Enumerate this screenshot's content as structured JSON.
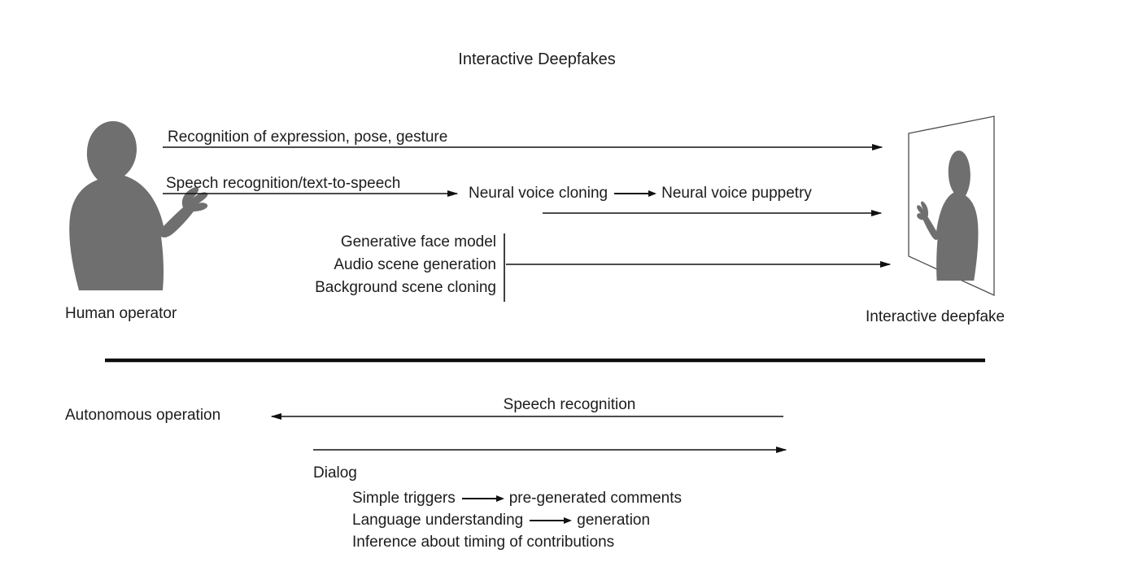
{
  "title": "Interactive Deepfakes",
  "operator": {
    "label": "Human operator"
  },
  "deepfake": {
    "label": "Interactive deepfake"
  },
  "top_flows": {
    "recognition_label": "Recognition of expression, pose, gesture",
    "speech_label": "Speech recognition/text-to-speech",
    "voice_chain": {
      "from": "Neural voice cloning",
      "to": "Neural voice puppetry"
    },
    "generation_stack": [
      "Generative face model",
      "Audio scene generation",
      "Background scene cloning"
    ]
  },
  "bottom": {
    "autonomous_label": "Autonomous operation",
    "speech_recognition_label": "Speech recognition",
    "dialog": {
      "heading": "Dialog",
      "rows": [
        {
          "from": "Simple triggers",
          "to": "pre-generated comments"
        },
        {
          "from": "Language understanding",
          "to": "generation"
        },
        {
          "text": "Inference about timing of contributions"
        }
      ]
    }
  },
  "colors": {
    "silhouette_gray": "#6f6f6f",
    "line_black": "#111111",
    "text": "#1c1c1c",
    "screen_border": "#4d4d4d",
    "background": "#ffffff"
  }
}
